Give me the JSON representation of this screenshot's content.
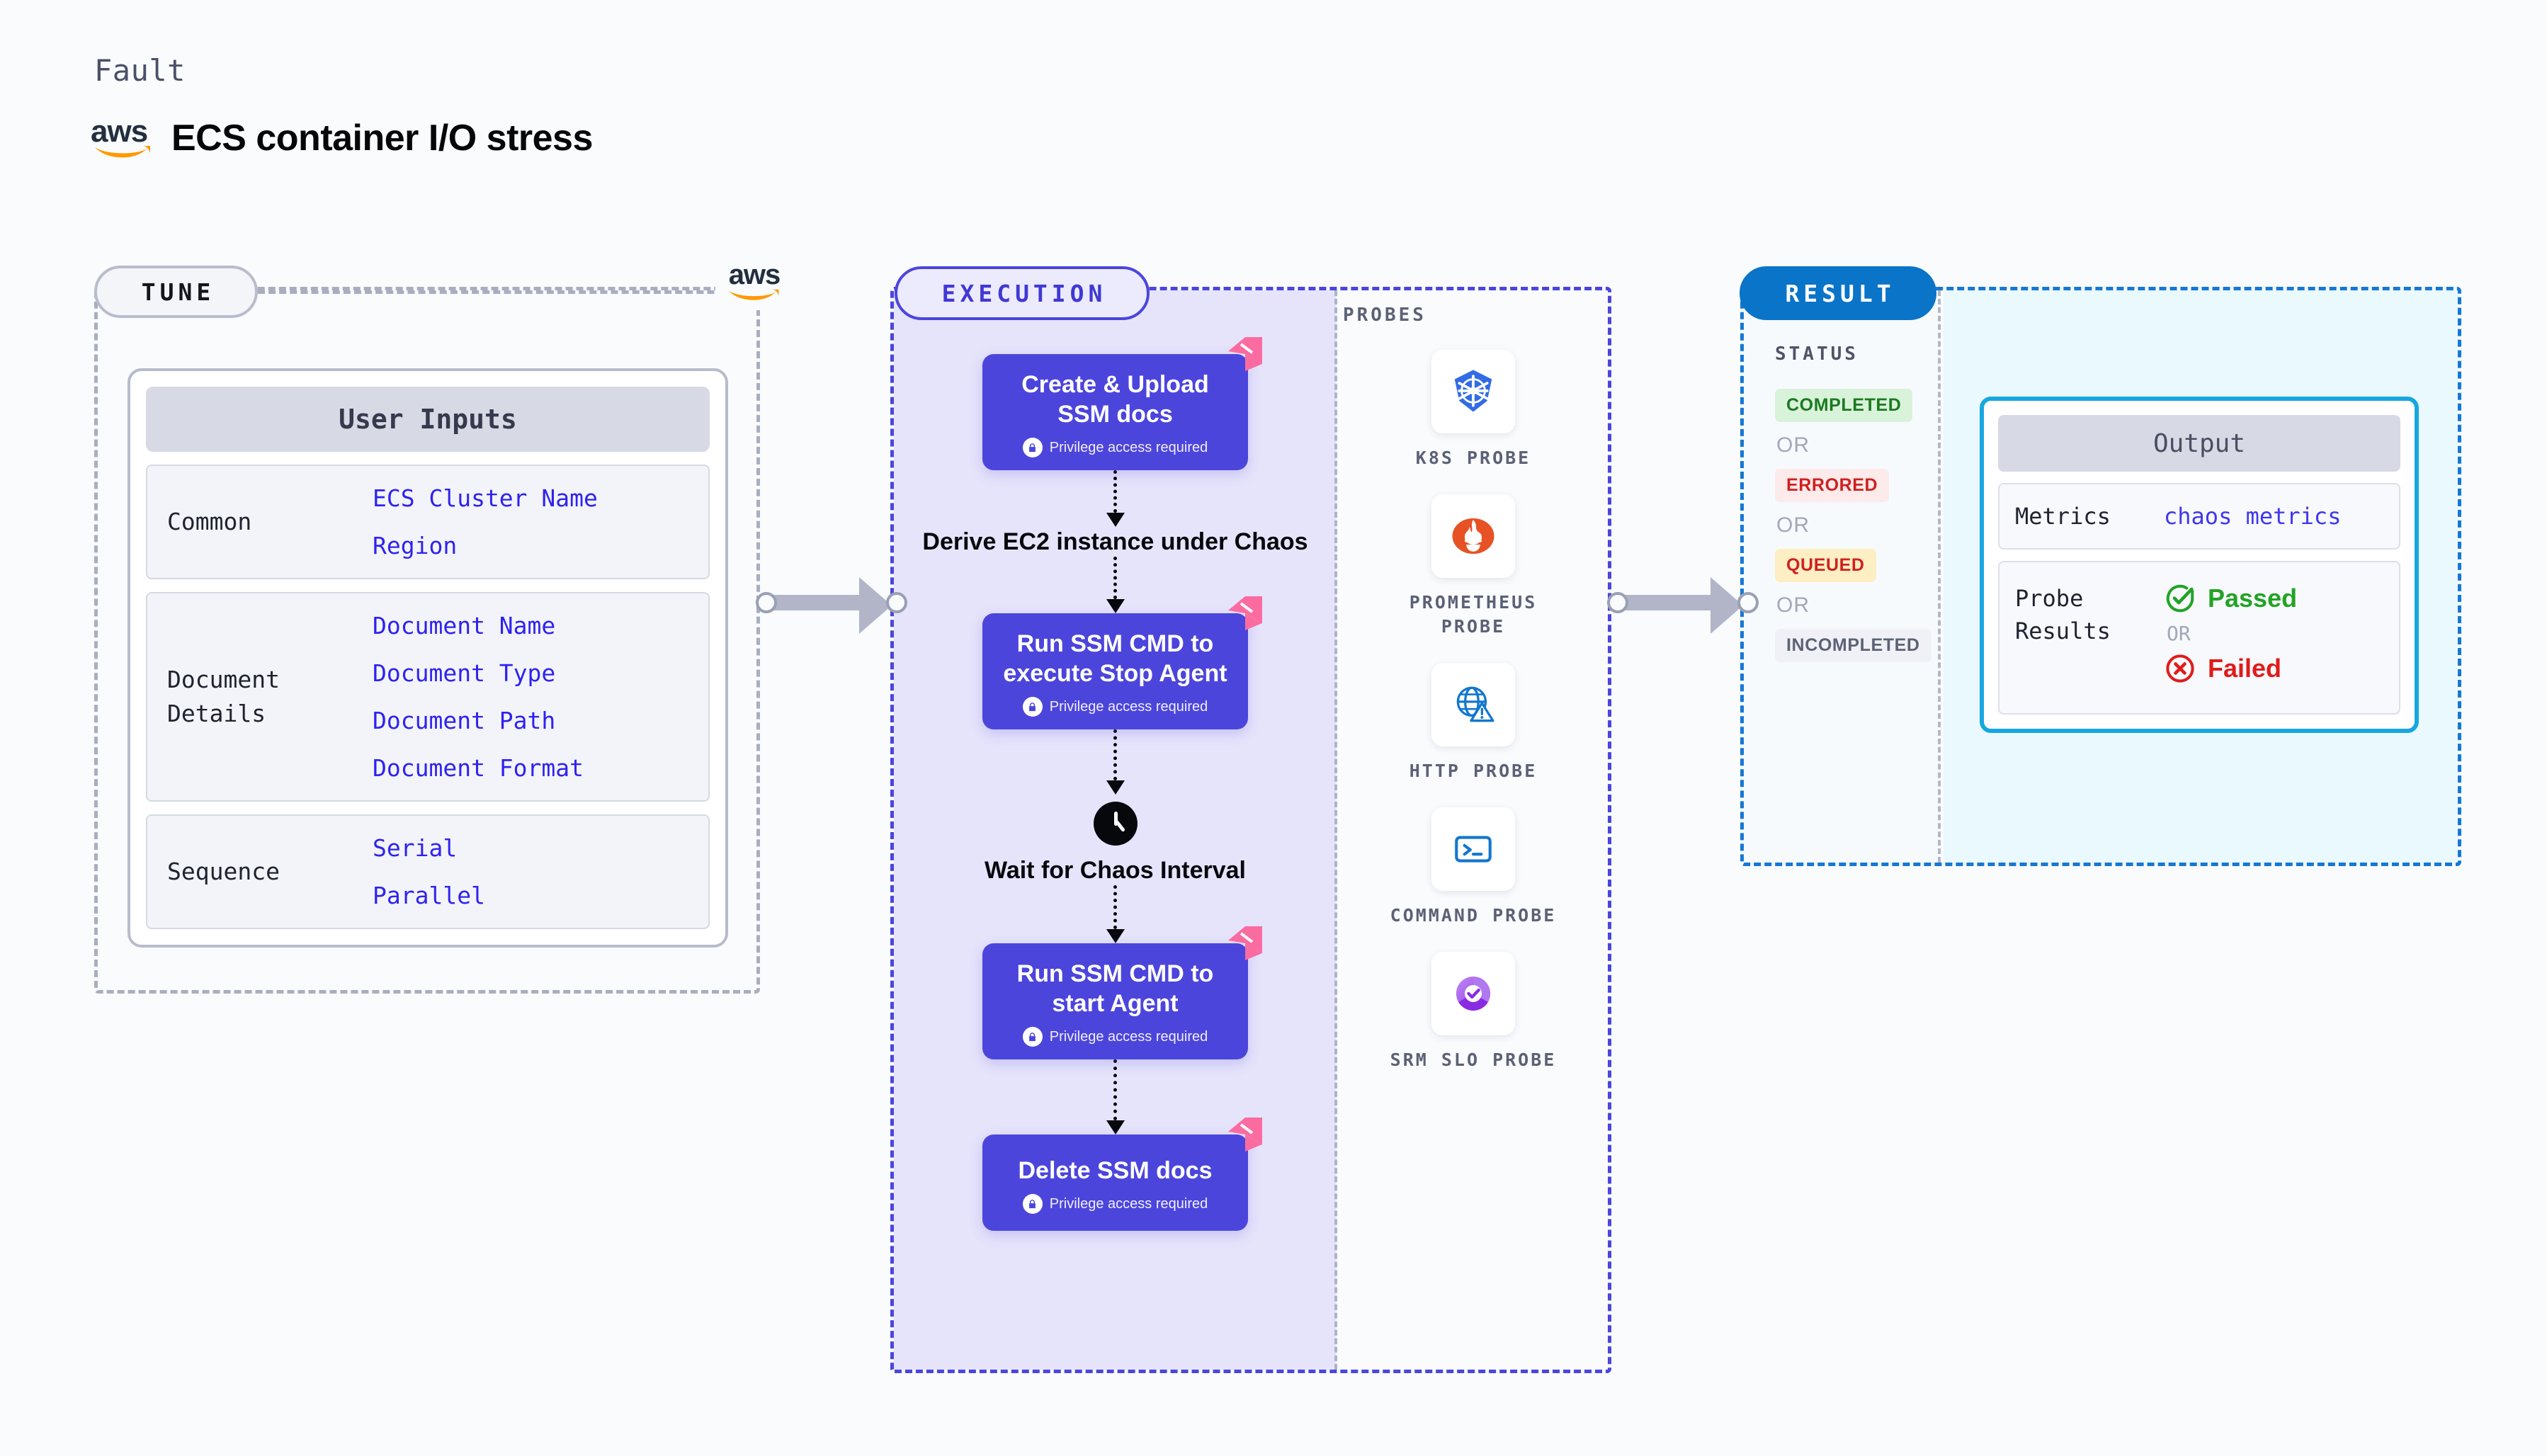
{
  "header": {
    "kicker": "Fault",
    "title": "ECS container I/O stress",
    "provider_icon": "aws-logo"
  },
  "tune": {
    "badge": "TUNE",
    "provider_badge_icon": "aws-logo",
    "card_title": "User Inputs",
    "groups": [
      {
        "label": "Common",
        "values": [
          "ECS Cluster Name",
          "Region"
        ]
      },
      {
        "label": "Document\nDetails",
        "values": [
          "Document Name",
          "Document Type",
          "Document Path",
          "Document Format"
        ]
      },
      {
        "label": "Sequence",
        "values": [
          "Serial",
          "Parallel"
        ]
      }
    ]
  },
  "execution": {
    "badge": "EXECUTION",
    "privilege_note": "Privilege access required",
    "steps": [
      {
        "type": "node",
        "title": "Create & Upload SSM docs",
        "privileged": true
      },
      {
        "type": "plain",
        "title": "Derive EC2 instance under Chaos",
        "icon": ""
      },
      {
        "type": "node",
        "title": "Run SSM CMD to execute Stop Agent",
        "privileged": true
      },
      {
        "type": "plain",
        "title": "Wait for Chaos Interval",
        "icon": "clock-icon"
      },
      {
        "type": "node",
        "title": "Run SSM CMD to start Agent",
        "privileged": true
      },
      {
        "type": "node",
        "title": "Delete SSM docs",
        "privileged": true
      }
    ]
  },
  "probes": {
    "title": "PROBES",
    "items": [
      {
        "label": "K8S PROBE",
        "icon": "kubernetes-icon",
        "color": "#326ce5"
      },
      {
        "label": "PROMETHEUS PROBE",
        "icon": "prometheus-icon",
        "color": "#e75225"
      },
      {
        "label": "HTTP PROBE",
        "icon": "http-globe-icon",
        "color": "#1277ce"
      },
      {
        "label": "COMMAND PROBE",
        "icon": "terminal-icon",
        "color": "#1277ce"
      },
      {
        "label": "SRM SLO PROBE",
        "icon": "srm-slo-icon",
        "color": "#9b4ae8"
      }
    ]
  },
  "result": {
    "badge": "RESULT",
    "status_title": "STATUS",
    "or_label": "OR",
    "statuses": [
      {
        "label": "COMPLETED",
        "bg": "#d9f2da",
        "fg": "#1a7a1f"
      },
      {
        "label": "ERRORED",
        "bg": "#fdeaea",
        "fg": "#cf2020"
      },
      {
        "label": "QUEUED",
        "bg": "#fdeec3",
        "fg": "#cf2020"
      },
      {
        "label": "INCOMPLETED",
        "bg": "#f0f1f6",
        "fg": "#5d6276"
      }
    ],
    "output": {
      "title": "Output",
      "metrics_label": "Metrics",
      "metrics_value": "chaos metrics",
      "probe_results_label": "Probe\nResults",
      "passed_label": "Passed",
      "passed_color": "#22a326",
      "failed_label": "Failed",
      "failed_color": "#e01b1b",
      "or_label": "OR"
    }
  },
  "theme": {
    "accent_purple": "#4c45dc",
    "accent_blue": "#0a74c8",
    "accent_cyan": "#17a7e0",
    "ribbon_pink": "#fa6ca0",
    "page_bg": "#f9fbfd"
  }
}
